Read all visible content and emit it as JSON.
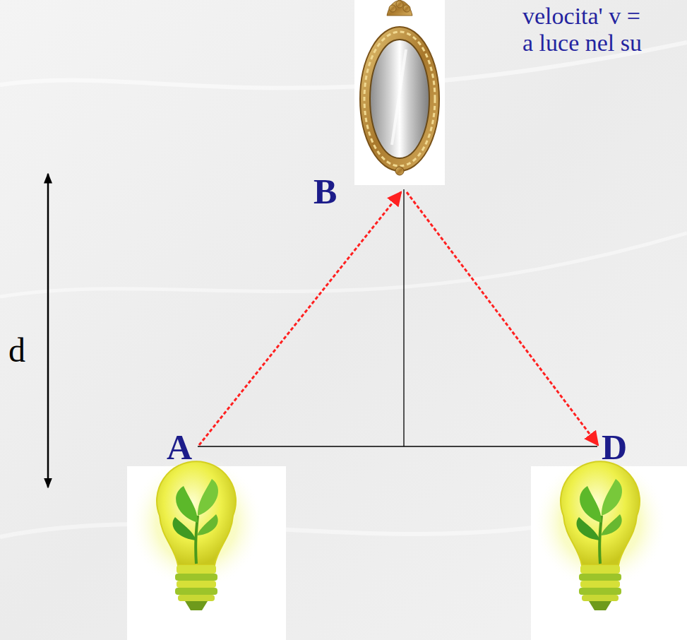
{
  "diagram": {
    "labels": [
      "velocita' v =",
      "a luce nel su",
      "B",
      "d",
      "A",
      "D"
    ]
  }
}
